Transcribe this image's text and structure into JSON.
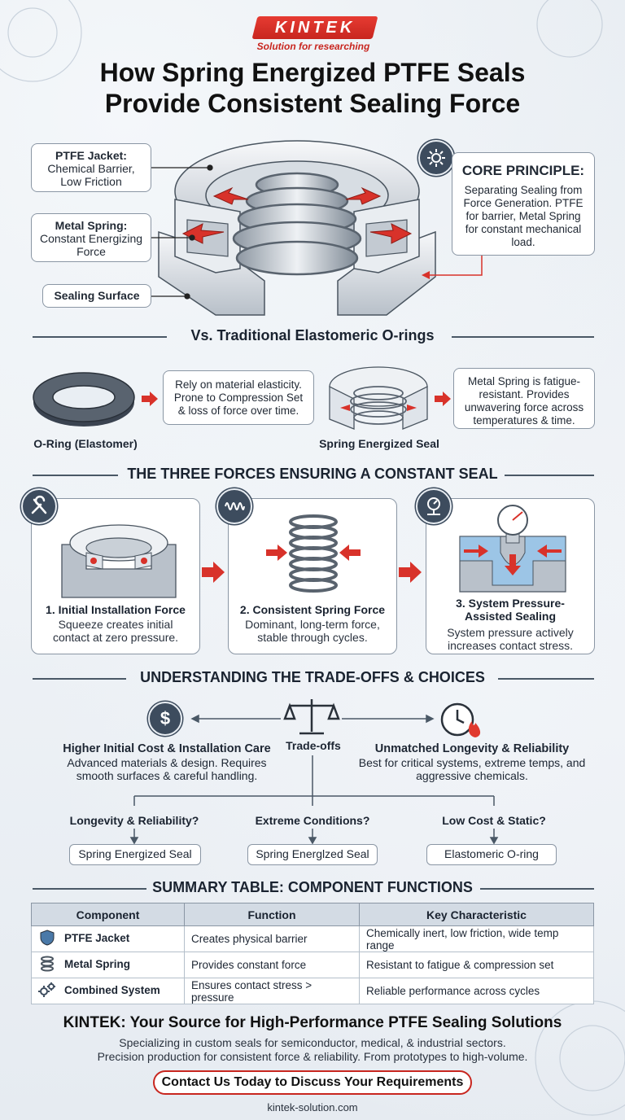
{
  "brand": {
    "logo_text": "KINTEK",
    "tagline": "Solution for researching"
  },
  "title_line1": "How Spring Energized PTFE Seals",
  "title_line2": "Provide Consistent Sealing Force",
  "anatomy": {
    "ptfe_jacket": {
      "name": "PTFE Jacket:",
      "desc": "Chemical Barrier, Low Friction"
    },
    "metal_spring": {
      "name": "Metal Spring:",
      "desc": "Constant Energizing Force"
    },
    "sealing_surface": "Sealing Surface"
  },
  "core_principle": {
    "heading": "CORE PRINCIPLE:",
    "text": "Separating Sealing from Force Generation. PTFE for barrier, Metal Spring for constant mechanical load."
  },
  "comparison": {
    "heading": "Vs. Traditional Elastomeric O-rings",
    "oring_caption": "O-Ring (Elastomer)",
    "oring_text": "Rely on material elasticity. Prone to Compression Set & loss of force over time.",
    "seal_caption": "Spring Energized Seal",
    "seal_text": "Metal Spring is fatigue-resistant. Provides unwavering force across temperatures & time."
  },
  "forces": {
    "heading": "THE THREE FORCES ENSURING A CONSTANT SEAL",
    "items": [
      {
        "title": "1. Initial Installation Force",
        "desc": "Squeeze creates initial contact at zero pressure.",
        "icon": "wrench-icon"
      },
      {
        "title": "2. Consistent Spring Force",
        "desc": "Dominant, long-term force, stable through cycles.",
        "icon": "spring-icon"
      },
      {
        "title": "3. System Pressure-Assisted Sealing",
        "desc": "System pressure actively increases contact stress.",
        "icon": "gauge-icon"
      }
    ]
  },
  "tradeoffs": {
    "heading": "UNDERSTANDING THE TRADE-OFFS & CHOICES",
    "center_label": "Trade-offs",
    "left_title": "Higher Initial Cost & Installation Care",
    "left_desc": "Advanced materials & design. Requires smooth surfaces & careful handling.",
    "right_title": "Unmatched Longevity & Reliability",
    "right_desc": "Best for critical systems, extreme temps, and aggressive chemicals.",
    "choices": [
      {
        "question": "Longevity & Reliability?",
        "answer": "Spring Energized Seal"
      },
      {
        "question": "Extreme Conditions?",
        "answer": "Spring Energlzed Seal"
      },
      {
        "question": "Low Cost & Static?",
        "answer": "Elastomeric O-ring"
      }
    ]
  },
  "summary": {
    "heading": "SUMMARY TABLE: COMPONENT FUNCTIONS",
    "columns": [
      "Component",
      "Function",
      "Key Characteristic"
    ],
    "rows": [
      {
        "icon": "shield-icon",
        "component": "PTFE Jacket",
        "function": "Creates physical barrier",
        "characteristic": "Chemically inert, low friction, wide temp range"
      },
      {
        "icon": "spring-icon",
        "component": "Metal Spring",
        "function": "Provides constant force",
        "characteristic": "Resistant to fatigue & compression set"
      },
      {
        "icon": "gears-icon",
        "component": "Combined System",
        "function": "Ensures contact stress > pressure",
        "characteristic": "Reliable performance across cycles"
      }
    ]
  },
  "footer": {
    "title": "KINTEK: Your Source for High-Performance PTFE Sealing Solutions",
    "line1": "Specializing in custom seals for semiconductor, medical, & industrial sectors.",
    "line2": "Precision production for consistent force & reliability. From prototypes to high-volume.",
    "cta": "Contact Us Today to Discuss Your Requirements",
    "site": "kintek-solution.com"
  },
  "colors": {
    "accent_red": "#d8322a",
    "dark_slate": "#3d4c5e",
    "border": "#8a96a4"
  }
}
